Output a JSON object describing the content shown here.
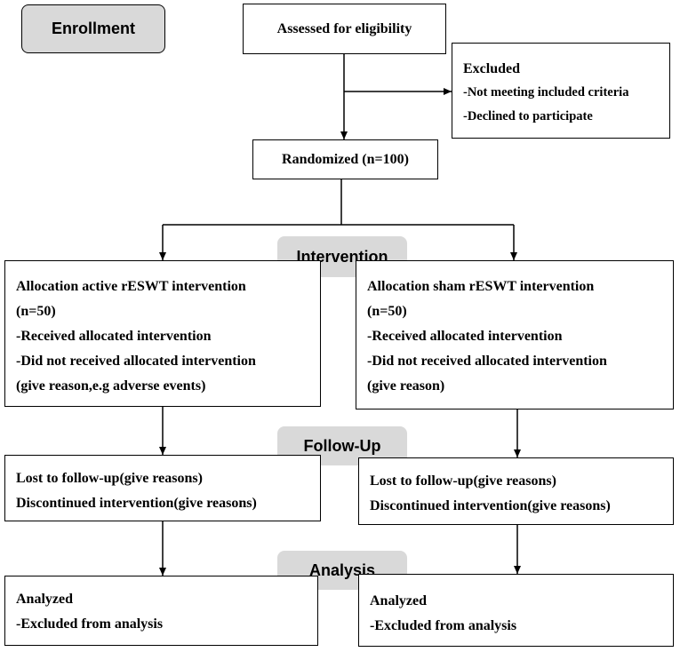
{
  "stages": {
    "enrollment": "Enrollment",
    "intervention": "Intervention",
    "follow_up": "Follow-Up",
    "analysis": "Analysis"
  },
  "boxes": {
    "assessed": "Assessed for eligibility",
    "excluded": {
      "title": "Excluded",
      "reasons": [
        "-Not meeting included criteria",
        "-Declined to participate"
      ]
    },
    "randomized": "Randomized (n=100)",
    "allocation_active": [
      "Allocation active rESWT intervention",
      "(n=50)",
      "-Received allocated intervention",
      "-Did not received allocated intervention",
      "(give reason,e.g adverse events)"
    ],
    "allocation_sham": [
      "Allocation sham rESWT intervention",
      "(n=50)",
      "-Received allocated intervention",
      "-Did not received allocated intervention",
      "(give reason)"
    ],
    "followup_left": [
      "Lost to follow-up(give reasons)",
      "Discontinued intervention(give reasons)"
    ],
    "followup_right": [
      "Lost to follow-up(give reasons)",
      "Discontinued intervention(give reasons)"
    ],
    "analysis_left": [
      "Analyzed",
      "-Excluded from analysis"
    ],
    "analysis_right": [
      "Analyzed",
      "-Excluded from analysis"
    ]
  }
}
